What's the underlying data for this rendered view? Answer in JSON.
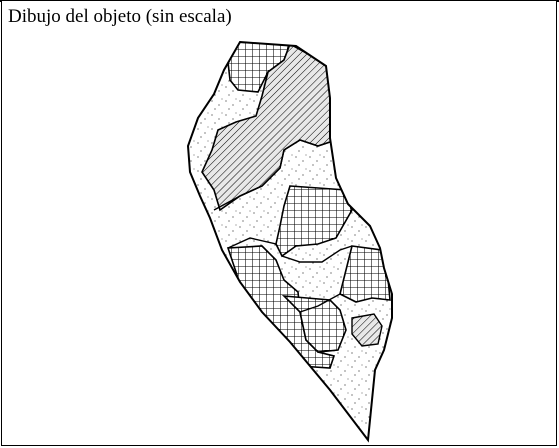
{
  "figure": {
    "caption": "Dibujo del objeto (sin escala)",
    "illustration_icon": "pottery-fragment-drawing",
    "patterns": [
      "crosshatch-grid",
      "diagonal-hatching",
      "stippled-dots"
    ],
    "colors": {
      "ink": "#000000",
      "paper": "#ffffff",
      "hatch_fill": "#e8e8e8"
    }
  }
}
